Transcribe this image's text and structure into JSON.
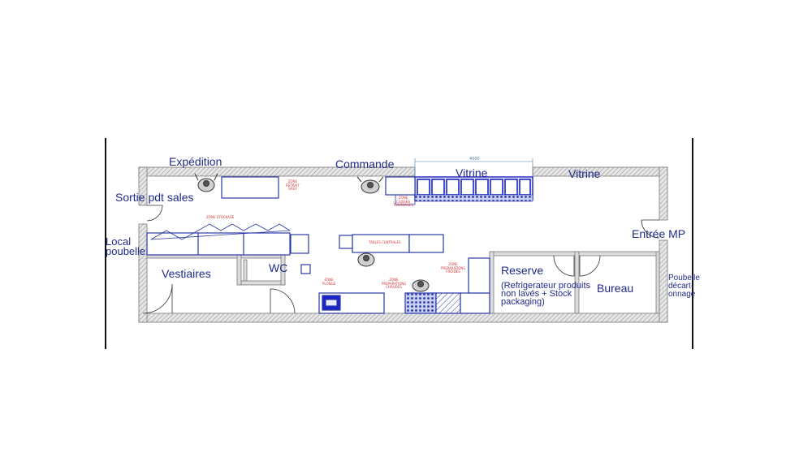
{
  "rooms": {
    "expedition": "Expédition",
    "commande": "Commande",
    "vitrine_1": "Vitrine",
    "vitrine_2": "Vitrine",
    "sortie": "Sortie pdt sales",
    "local_line1": "Local",
    "local_line2": "poubelle",
    "entree": "Entrée MP",
    "vestiaires": "Vestiaires",
    "wc": "WC",
    "reserve": "Reserve",
    "reserve_note_1": "(Refrigerateur produits",
    "reserve_note_2": "non lavés + Stock",
    "reserve_note_3": "packaging)",
    "bureau": "Bureau",
    "poubelle_1": "Poubelle",
    "poubelle_2": "décart-",
    "poubelle_3": "onnage"
  },
  "zones": {
    "retrait_1": "ZONE",
    "retrait_2": "RETRAIT",
    "retrait_3": "GREY",
    "stockage": "ZONE STOCKAGE",
    "caisses_1": "ZONE",
    "caisses_2": "CAISSES",
    "caisses_3": "TOURNAGES",
    "tables": "TABLES CENTRALES",
    "plonge_1": "ZONE",
    "plonge_2": "PLONGE",
    "prep_1": "ZONE",
    "prep_2": "PREPARATIONS",
    "prep_3": "CHAUDES",
    "froides_1": "ZONE",
    "froides_2": "PREPARATIONS",
    "froides_3": "FROIDES"
  },
  "dimension": "4000",
  "colors": {
    "wall": "#7a7a7a",
    "wall_fill": "#dcdcdc",
    "equipment": "#2a3aa8",
    "equipment_dark": "#1a24c8",
    "label": "#1f2a8a",
    "zone_text": "#d23a3a"
  }
}
